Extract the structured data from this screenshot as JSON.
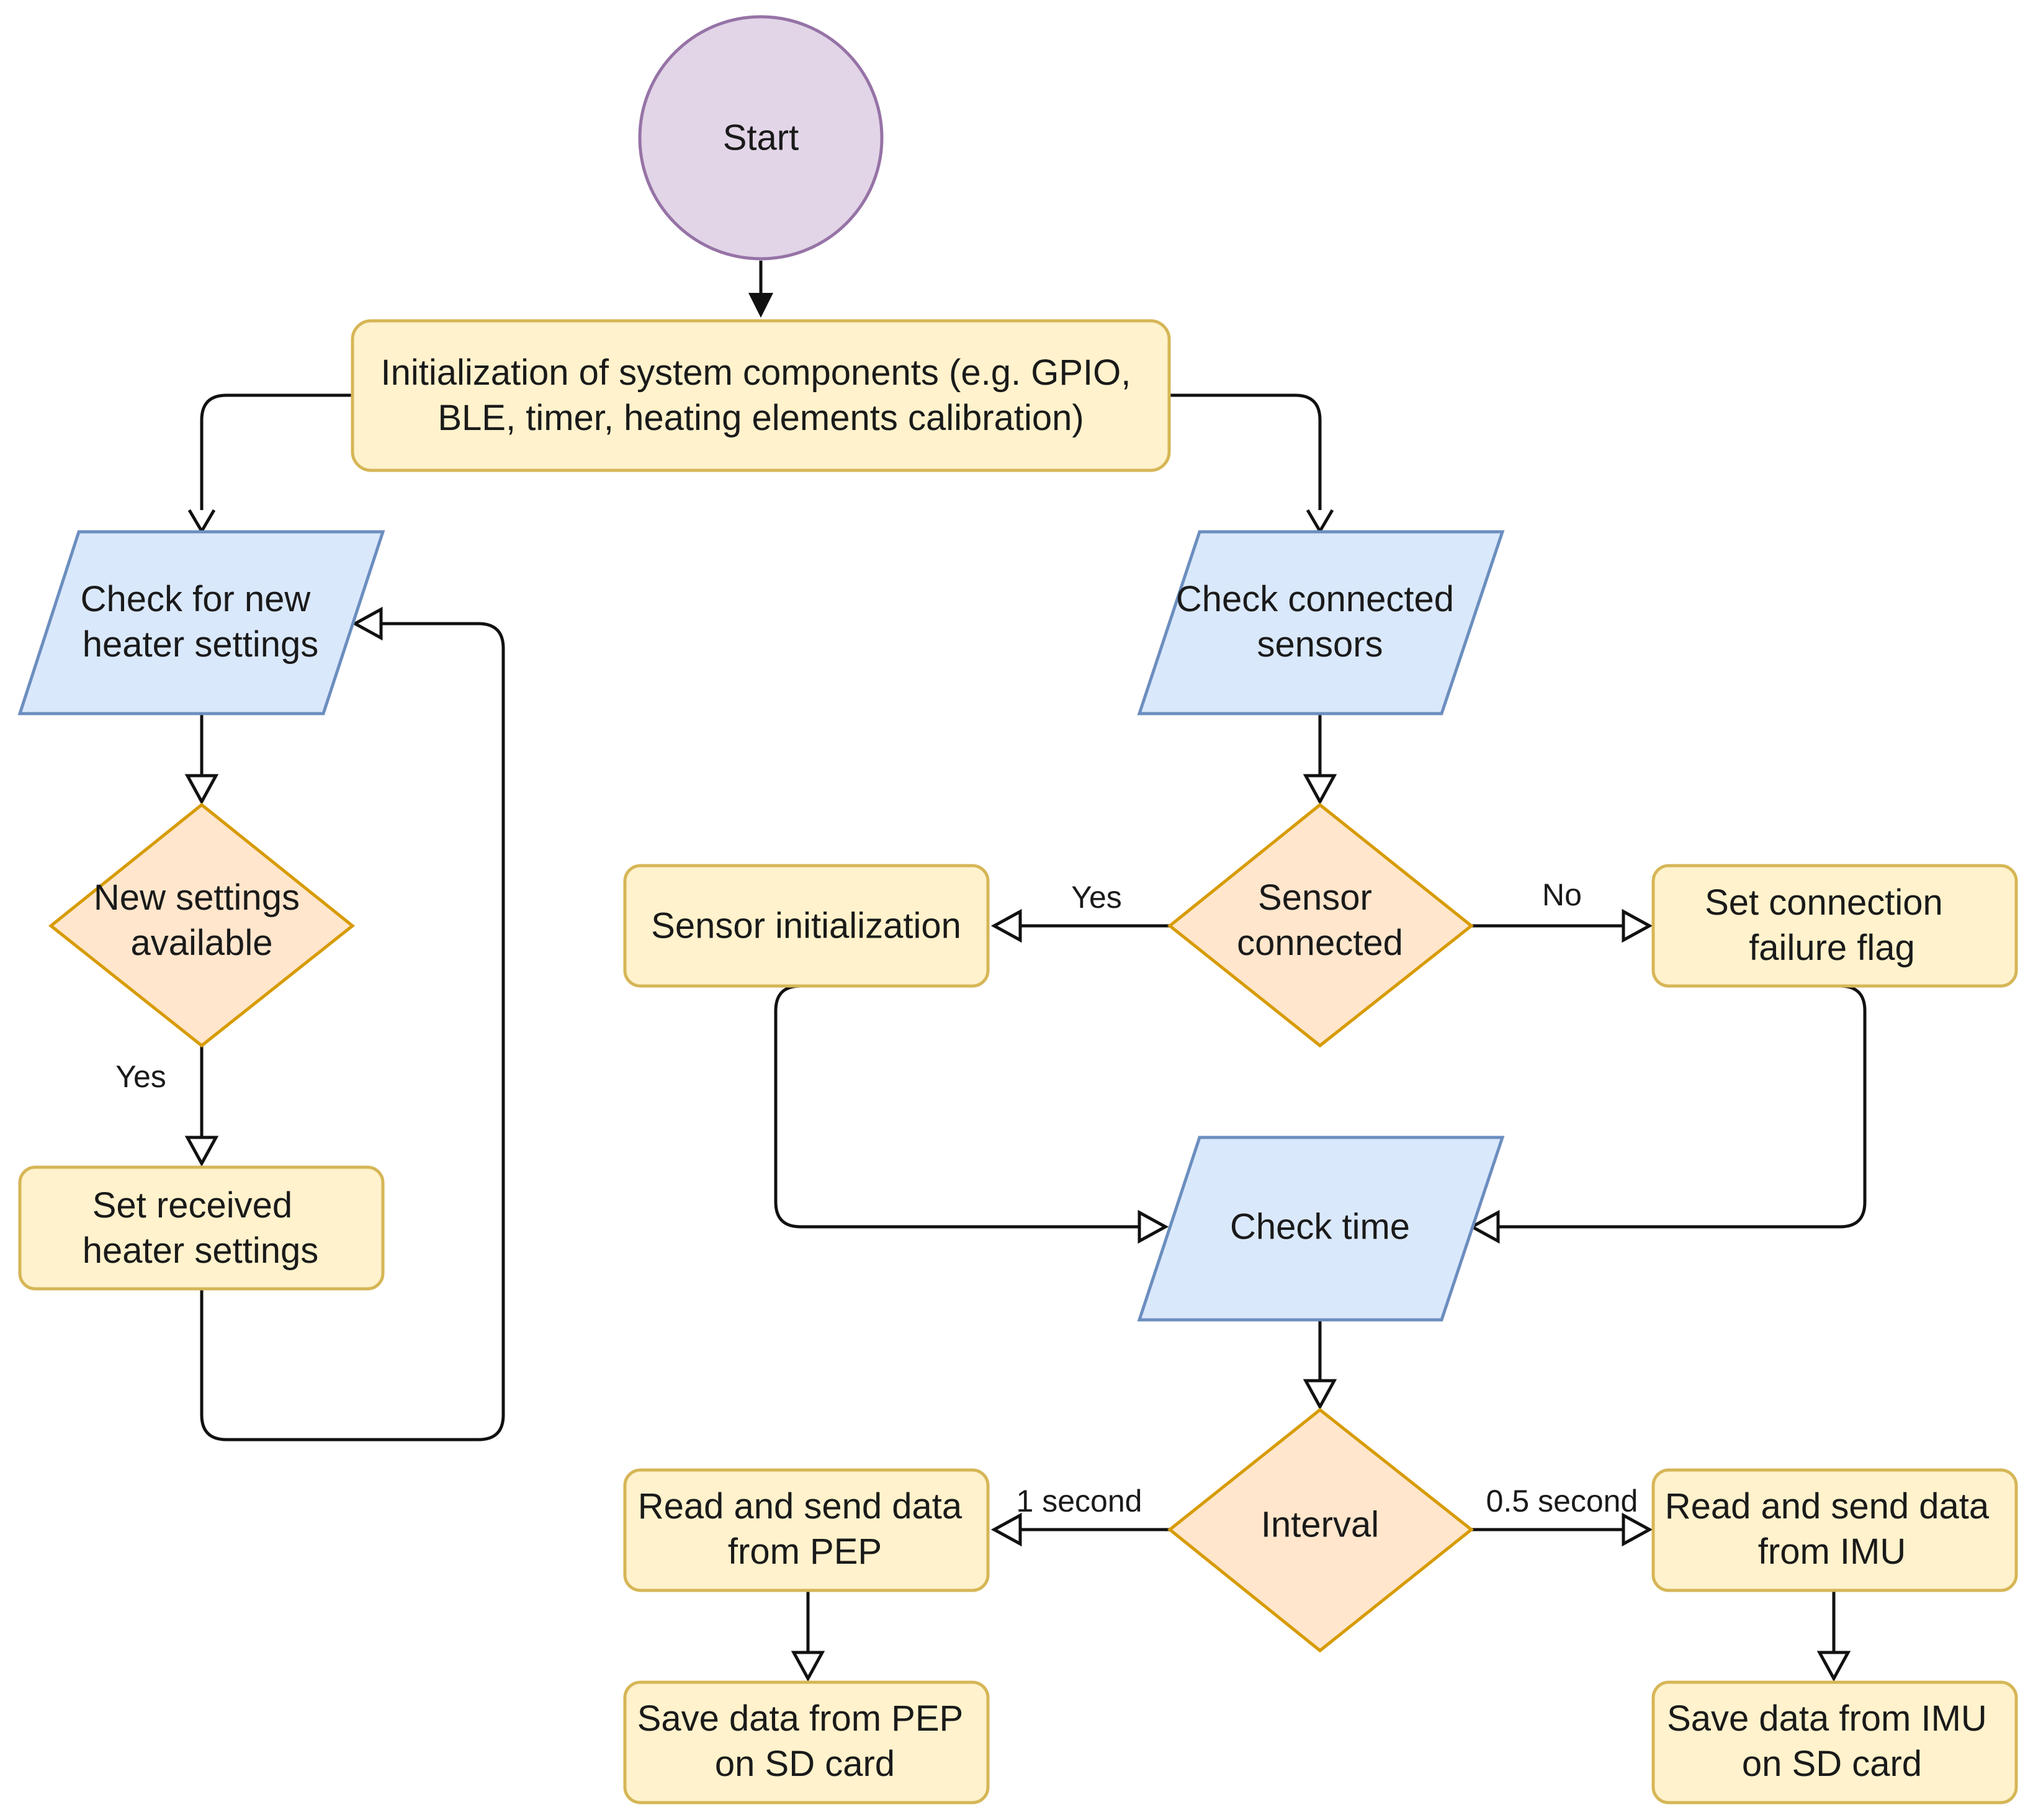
{
  "colors": {
    "process_fill": "#fff2cc",
    "process_stroke": "#d6b656",
    "io_fill": "#dae8fc",
    "io_stroke": "#6c8ebf",
    "decision_fill": "#ffe6cc",
    "decision_stroke": "#d79b00",
    "start_fill": "#e1d5e7",
    "start_stroke": "#9673a6",
    "edge": "#111111"
  },
  "nodes": {
    "start": "Start",
    "init": [
      "Initialization of system components (e.g. GPIO,",
      "BLE, timer, heating elements calibration)"
    ],
    "check_heater": [
      "Check for new",
      "heater settings"
    ],
    "new_settings": [
      "New settings",
      "available"
    ],
    "set_heater": [
      "Set received",
      "heater settings"
    ],
    "check_sensors": [
      "Check connected",
      "sensors"
    ],
    "sensor_connected": [
      "Sensor",
      "connected"
    ],
    "sensor_init": "Sensor initialization",
    "set_failure": [
      "Set connection",
      "failure flag"
    ],
    "check_time": "Check time",
    "interval": "Interval",
    "read_pep": [
      "Read and send data",
      "from PEP"
    ],
    "read_imu": [
      "Read and send data",
      "from IMU"
    ],
    "save_pep": [
      "Save data from PEP",
      "on SD card"
    ],
    "save_imu": [
      "Save data from IMU",
      "on SD card"
    ]
  },
  "edge_labels": {
    "heater_yes": "Yes",
    "sensor_yes": "Yes",
    "sensor_no": "No",
    "interval_1s": "1 second",
    "interval_05s": "0.5 second"
  }
}
